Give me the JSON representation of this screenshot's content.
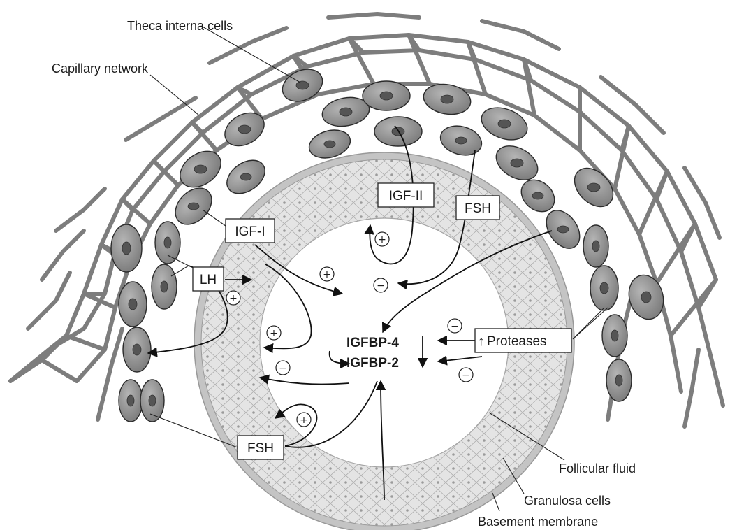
{
  "labels": {
    "theca_interna_cells": "Theca interna cells",
    "capillary_network": "Capillary network",
    "follicular_fluid": "Follicular fluid",
    "granulosa_cells": "Granulosa cells",
    "basement_membrane": "Basement membrane"
  },
  "boxes": {
    "igf_ii": "IGF-II",
    "fsh_top": "FSH",
    "igf_i": "IGF-I",
    "lh": "LH",
    "proteases": "Proteases",
    "proteases_arrow": "↑",
    "fsh_bottom": "FSH"
  },
  "center": {
    "igfbp4": "IGFBP-4",
    "igfbp2": "IGFBP-2"
  },
  "signs": {
    "plus": "+",
    "minus": "−"
  },
  "colors": {
    "capillary": "#7d7d7d",
    "theca_cell": "#8f8f8f",
    "granulosa_layer": "#e2e2e2",
    "basement": "#bdbdbd",
    "fluid": "#ffffff"
  }
}
